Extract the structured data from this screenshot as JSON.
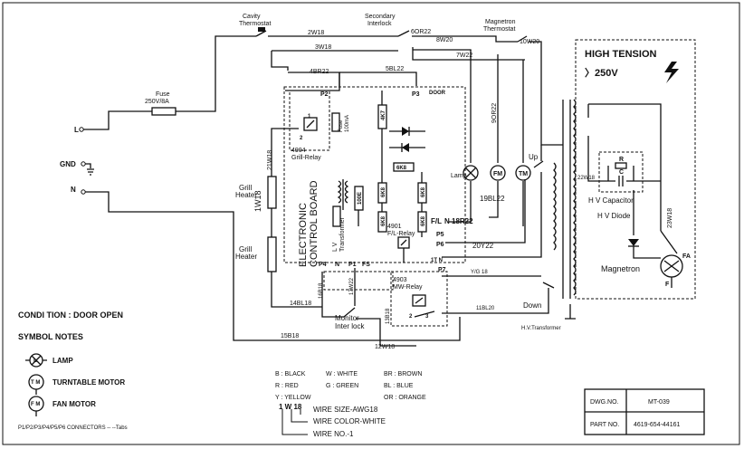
{
  "components": {
    "cavity_thermostat": "Cavity\nThermostat",
    "secondary_interlock": "Secondary\nInterlock",
    "magnetron_thermostat": "Magnetron\nThermostat",
    "fuse": "Fuse\n250V/8A",
    "grill_relay": "4904\nGrill-Relay",
    "fuse_100ma": "Fuse\n100mA",
    "grill_heater_upper": "Grill\nHeater",
    "grill_heater_lower": "Grill\nHeater",
    "lv_transformer": "L V\nTransformer",
    "control_board": "ELECTRONIC\nCONTROL BOARD",
    "fl_relay": "4901\nF/L-Relay",
    "mw_relay": "4903\nMW-Relay",
    "monitor_interlock": "Monitor\nInter lock",
    "lamp": "Lamp",
    "up_switch": "Up",
    "down_switch": "Down",
    "hv_transformer": "H.V.Transformer",
    "hv_capacitor": "H V Capacitor",
    "hv_diode": "H V Diode",
    "magnetron": "Magnetron",
    "door": "DOOR"
  },
  "terminals": {
    "L": "L",
    "GND": "GND",
    "N": "N",
    "P2": "P2",
    "P3": "P3",
    "P4": "P4",
    "N_board": "N",
    "P1": "P1",
    "FS": "FS",
    "FLN": "F/L",
    "N18R22": "N 18R22",
    "P5": "P5",
    "P6": "P6",
    "TN": "1T N",
    "P7": "P7",
    "FA": "FA",
    "F": "F",
    "num1": "1",
    "num2": "2",
    "num3": "3",
    "C": "C",
    "R": "R"
  },
  "wire_labels": {
    "w2W18": "2W18",
    "w3W18": "3W18",
    "w6OR22": "6OR22",
    "w8W20": "8W20",
    "w10W20": "10W20",
    "w7W22": "7W22",
    "w1W18": "1W18",
    "w4BR22": "4BR22",
    "w5BL22": "5BL22",
    "w9OR22": "9OR22",
    "w21W18": "21W18",
    "w19BL22": "19BL22",
    "w20Y22": "20Y22",
    "wYG18": "Y/G 18",
    "w14BL18": "14BL18",
    "w16B18": "16B18",
    "w17W22": "17W22",
    "w13B18": "13B18",
    "w11BL20": "11BL20",
    "w15B18": "15B18",
    "w12W18": "12W18",
    "w22W18": "22W18",
    "w23W18": "23W18"
  },
  "board_parts": {
    "r4k7": "4K7",
    "r6k8a": "6K8",
    "r6k8b": "6K8",
    "r6k8c": "6K8",
    "r6k8d": "6K8",
    "r6k8e": "6K8",
    "r100e": "100E"
  },
  "high_tension": {
    "title": "HIGH TENSION",
    "voltage": "〉250V"
  },
  "condition": "CONDI TION : DOOR OPEN",
  "symbol_notes": {
    "title": "SYMBOL NOTES",
    "lamp": "LAMP",
    "turntable": "TURNTABLE MOTOR",
    "fan": "FAN MOTOR",
    "lamp_sym": "L",
    "tm_sym": "T M",
    "fm_sym": "F M"
  },
  "connectors_note": "P1/P2/P3/P4/P5/P6 CONNECTORS -- --Tabs",
  "color_codes": [
    {
      "code": "B : BLACK",
      "col": 0,
      "row": 0
    },
    {
      "code": "W : WHITE",
      "col": 1,
      "row": 0
    },
    {
      "code": "BR : BROWN",
      "col": 2,
      "row": 0
    },
    {
      "code": "R : RED",
      "col": 0,
      "row": 1
    },
    {
      "code": "G : GREEN",
      "col": 1,
      "row": 1
    },
    {
      "code": "BL : BLUE",
      "col": 2,
      "row": 1
    },
    {
      "code": "Y : YELLOW",
      "col": 0,
      "row": 2
    },
    {
      "code": "OR : ORANGE",
      "col": 2,
      "row": 2
    }
  ],
  "wire_legend": {
    "example": "1 W 18",
    "size": "WIRE SIZE-AWG18",
    "color": "WIRE COLOR-WHITE",
    "number": "WIRE NO.-1"
  },
  "title_block": {
    "dwg_label": "DWG.NO.",
    "dwg_value": "MT-039",
    "part_label": "PART  NO.",
    "part_value": "4619-654-44161"
  }
}
